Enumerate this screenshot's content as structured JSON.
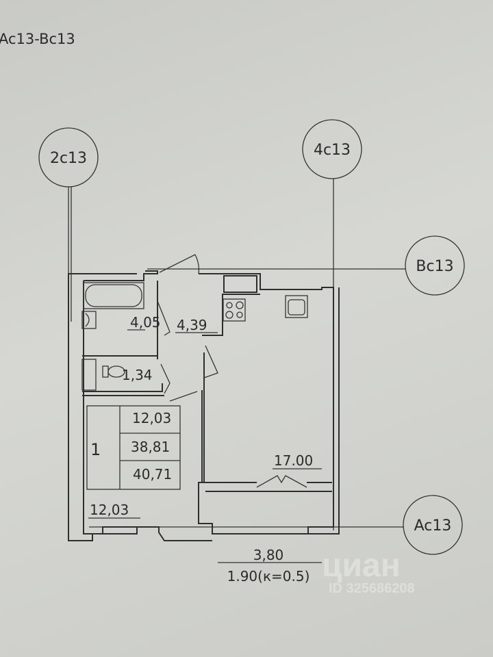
{
  "sheet_title": "Ac13-Bc13",
  "axes": {
    "a1": "2c13",
    "a2": "4c13",
    "b1": "Bc13",
    "b2": "Ac13"
  },
  "rooms": {
    "bathroom_area": "4,05",
    "hall_area": "4,39",
    "toilet_area": "1,34",
    "room_area": "12,03",
    "kitchen_living_area": "17.00"
  },
  "summary_table": {
    "rooms_count": "1",
    "living_area": "12,03",
    "total_area": "38,81",
    "total_with_balcony": "40,71"
  },
  "balcony": {
    "area": "3,80",
    "reduced_area": "1.90(к=0.5)"
  },
  "watermark": {
    "brand": "циан",
    "id": "ID 325686208"
  }
}
